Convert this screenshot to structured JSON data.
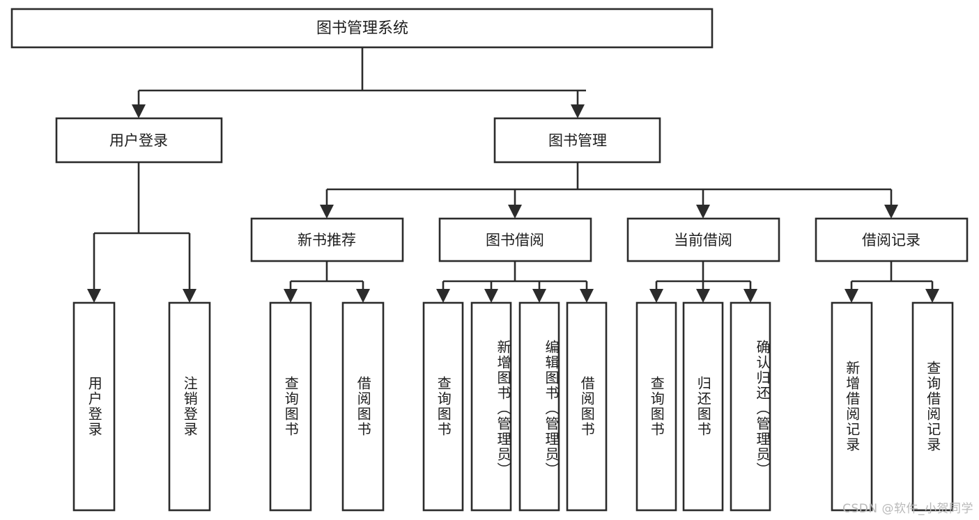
{
  "diagram": {
    "type": "tree-hierarchy-chart",
    "title": "图书管理系统",
    "background_color": "#ffffff",
    "line_color": "#2b2b2b",
    "text_color": "#1d1d1d"
  },
  "root": {
    "label": "图书管理系统"
  },
  "level2": [
    {
      "label": "用户登录"
    },
    {
      "label": "图书管理"
    }
  ],
  "level3": [
    {
      "label": "新书推荐"
    },
    {
      "label": "图书借阅"
    },
    {
      "label": "当前借阅"
    },
    {
      "label": "借阅记录"
    }
  ],
  "leaves": {
    "user_login": [
      {
        "label": "用户登录"
      },
      {
        "label": "注销登录"
      }
    ],
    "new_book": [
      {
        "label": "查询图书"
      },
      {
        "label": "借阅图书"
      }
    ],
    "book_borrow": [
      {
        "label": "查询图书"
      },
      {
        "label": "新增图书（管理员）"
      },
      {
        "label": "编辑图书（管理员）"
      },
      {
        "label": "借阅图书"
      }
    ],
    "current_borrow": [
      {
        "label": "查询图书"
      },
      {
        "label": "归还图书"
      },
      {
        "label": "确认归还（管理员）"
      }
    ],
    "borrow_record": [
      {
        "label": "新增借阅记录"
      },
      {
        "label": "查询借阅记录"
      }
    ]
  },
  "watermark": {
    "text": "CSDN @软件_小贺同学"
  }
}
